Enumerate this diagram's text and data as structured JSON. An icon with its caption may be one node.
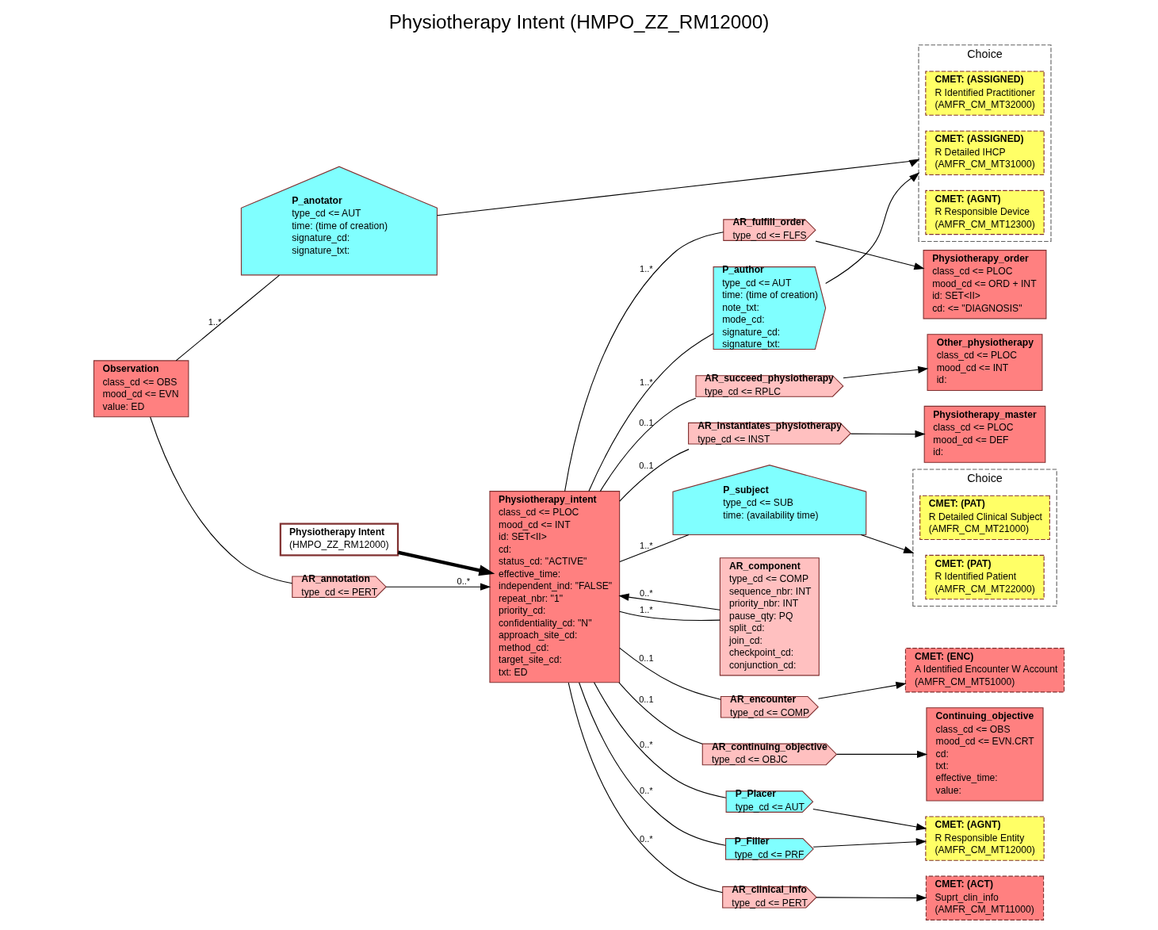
{
  "diagram": {
    "title": "Physiotherapy Intent (HMPO_ZZ_RM12000)",
    "nodes": [
      {
        "text": [
          "Choice"
        ]
      },
      {
        "text": [
          "CMET: (ASSIGNED)",
          "R Identified Practitioner",
          "(AMFR_CM_MT32000)"
        ],
        "in": 0
      },
      {
        "text": [
          "CMET: (ASSIGNED)",
          "R Detailed IHCP",
          "(AMFR_CM_MT31000)"
        ],
        "in": 0
      },
      {
        "text": [
          "CMET: (AGNT)",
          "R Responsible Device",
          "(AMFR_CM_MT12300)"
        ],
        "in": 0
      },
      {
        "text": [
          "Choice"
        ]
      },
      {
        "text": [
          "CMET: (PAT)",
          "R Detailed Clinical Subject",
          "(AMFR_CM_MT21000)"
        ],
        "in": 4
      },
      {
        "text": [
          "CMET: (PAT)",
          "R Identified Patient",
          "(AMFR_CM_MT22000)"
        ],
        "in": 4
      },
      {
        "text": [
          "P_subject",
          "type_cd <= SUB",
          "time: (availability time)"
        ]
      },
      {
        "text": [
          "P_author",
          "type_cd <= AUT",
          "time: (time of creation)",
          "note_txt:",
          "mode_cd:",
          "signature_cd:",
          "signature_txt:"
        ]
      },
      {
        "text": [
          "P_anotator",
          "type_cd <= AUT",
          "time: (time of creation)",
          "signature_cd:",
          "signature_txt:"
        ]
      },
      {
        "text": [
          "Physiotherapy_intent",
          "class_cd <= PLOC",
          "mood_cd <= INT",
          "id: SET<II>",
          "cd:",
          "status_cd: \"ACTIVE\"",
          "effective_time:",
          "independent_ind: \"FALSE\"",
          "repeat_nbr: \"1\"",
          "priority_cd:",
          "confidentiality_cd: \"N\"",
          "approach_site_cd:",
          "method_cd:",
          "target_site_cd:",
          "txt: ED"
        ]
      },
      {
        "text": [
          "AR_component",
          "type_cd <= COMP",
          "sequence_nbr: INT",
          "priority_nbr: INT",
          "pause_qty: PQ",
          "split_cd:",
          "join_cd:",
          "checkpoint_cd:",
          "conjunction_cd:"
        ]
      },
      {
        "text": [
          "AR_encounter",
          "type_cd <= COMP"
        ]
      },
      {
        "text": [
          "CMET: (ENC)",
          "A Identified Encounter W Account",
          "(AMFR_CM_MT51000)"
        ]
      },
      {
        "text": [
          "Observation",
          "class_cd <= OBS",
          "mood_cd <= EVN",
          "value: ED"
        ]
      },
      {
        "text": [
          "AR_annotation",
          "type_cd <= PERT"
        ]
      },
      {
        "text": [
          "Physiotherapy Intent",
          "(HMPO_ZZ_RM12000)"
        ]
      },
      {
        "text": [
          "AR_continuing_objective",
          "type_cd <= OBJC"
        ]
      },
      {
        "text": [
          "Continuing_objective",
          "class_cd <= OBS",
          "mood_cd <= EVN.CRT",
          "cd:",
          "txt:",
          "effective_time:",
          "value:"
        ]
      },
      {
        "text": [
          "P_Filler",
          "type_cd <= PRF"
        ]
      },
      {
        "text": [
          "P_Placer",
          "type_cd <= AUT"
        ]
      },
      {
        "text": [
          "CMET: (AGNT)",
          "R Responsible Entity",
          "(AMFR_CM_MT12000)"
        ]
      },
      {
        "text": [
          "AR_clinical_info",
          "type_cd <= PERT"
        ]
      },
      {
        "text": [
          "CMET: (ACT)",
          "Suprt_clin_info",
          "(AMFR_CM_MT11000)"
        ]
      },
      {
        "text": [
          "Physiotherapy_order",
          "class_cd <= PLOC",
          "mood_cd <= ORD + INT",
          "id: SET<II>",
          "cd: <= \"DIAGNOSIS\""
        ]
      },
      {
        "text": [
          "AR_fulfill_order",
          "type_cd <= FLFS"
        ]
      },
      {
        "text": [
          "AR_succeed_physiotherapy",
          "type_cd <= RPLC"
        ]
      },
      {
        "text": [
          "Other_physiotherapy",
          "class_cd <= PLOC",
          "mood_cd <= INT",
          "id:"
        ]
      },
      {
        "text": [
          "AR_instantiates_physiotherapy",
          "type_cd <= INST"
        ]
      },
      {
        "text": [
          "Physiotherapy_master",
          "class_cd <= PLOC",
          "mood_cd <= DEF",
          "id:"
        ]
      }
    ],
    "edges": [
      {
        "from": 7,
        "to": 4,
        "arrow": "to"
      },
      {
        "from": 10,
        "to": 7,
        "arrow": "none",
        "label": "1..*"
      },
      {
        "from": 8,
        "to": 0,
        "arrow": "to"
      },
      {
        "from": 10,
        "to": 8,
        "arrow": "none",
        "label": "1..*"
      },
      {
        "from": 9,
        "to": 0,
        "arrow": "to"
      },
      {
        "from": 14,
        "to": 9,
        "arrow": "none",
        "label": "1..*"
      },
      {
        "from": 10,
        "to": 11,
        "arrow": "none",
        "label": "1..*"
      },
      {
        "from": 11,
        "to": 10,
        "arrow": "to",
        "label": "0..*"
      },
      {
        "from": 10,
        "to": 12,
        "arrow": "none",
        "label": "0..1"
      },
      {
        "from": 12,
        "to": 13,
        "arrow": "to"
      },
      {
        "from": 14,
        "to": 15,
        "arrow": "none"
      },
      {
        "from": 15,
        "to": 10,
        "arrow": "to",
        "label": "0..*"
      },
      {
        "from": 16,
        "to": 10,
        "arrow": "to",
        "style": "thick"
      },
      {
        "from": 10,
        "to": 17,
        "arrow": "none",
        "label": "0..1"
      },
      {
        "from": 17,
        "to": 18,
        "arrow": "to"
      },
      {
        "from": 10,
        "to": 19,
        "arrow": "none",
        "label": "0..*"
      },
      {
        "from": 19,
        "to": 21,
        "arrow": "to"
      },
      {
        "from": 10,
        "to": 20,
        "arrow": "none",
        "label": "0..*"
      },
      {
        "from": 20,
        "to": 21,
        "arrow": "to"
      },
      {
        "from": 10,
        "to": 22,
        "arrow": "none",
        "label": "0..*"
      },
      {
        "from": 22,
        "to": 23,
        "arrow": "to"
      },
      {
        "from": 10,
        "to": 25,
        "arrow": "none",
        "label": "1..*"
      },
      {
        "from": 25,
        "to": 24,
        "arrow": "to"
      },
      {
        "from": 10,
        "to": 26,
        "arrow": "none",
        "label": "0..1"
      },
      {
        "from": 26,
        "to": 27,
        "arrow": "to"
      },
      {
        "from": 10,
        "to": 28,
        "arrow": "none",
        "label": "0..1"
      },
      {
        "from": 28,
        "to": 29,
        "arrow": "to"
      }
    ]
  }
}
